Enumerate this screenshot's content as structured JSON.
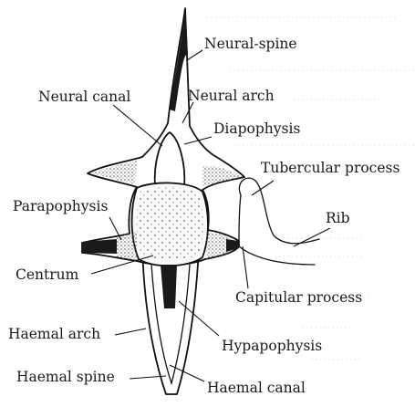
{
  "labels": {
    "neural_spine": "Neural-spine",
    "neural_canal": "Neural canal",
    "neural_arch": "Neural arch",
    "diapophysis": "Diapophysis",
    "tubercular_process": "Tubercular process",
    "parapophysis": "Parapophysis",
    "rib": "Rib",
    "centrum": "Centrum",
    "capitular_process": "Capitular process",
    "haemal_arch": "Haemal arch",
    "hypapophysis": "Hypapophysis",
    "haemal_spine": "Haemal spine",
    "haemal_canal": "Haemal canal"
  }
}
